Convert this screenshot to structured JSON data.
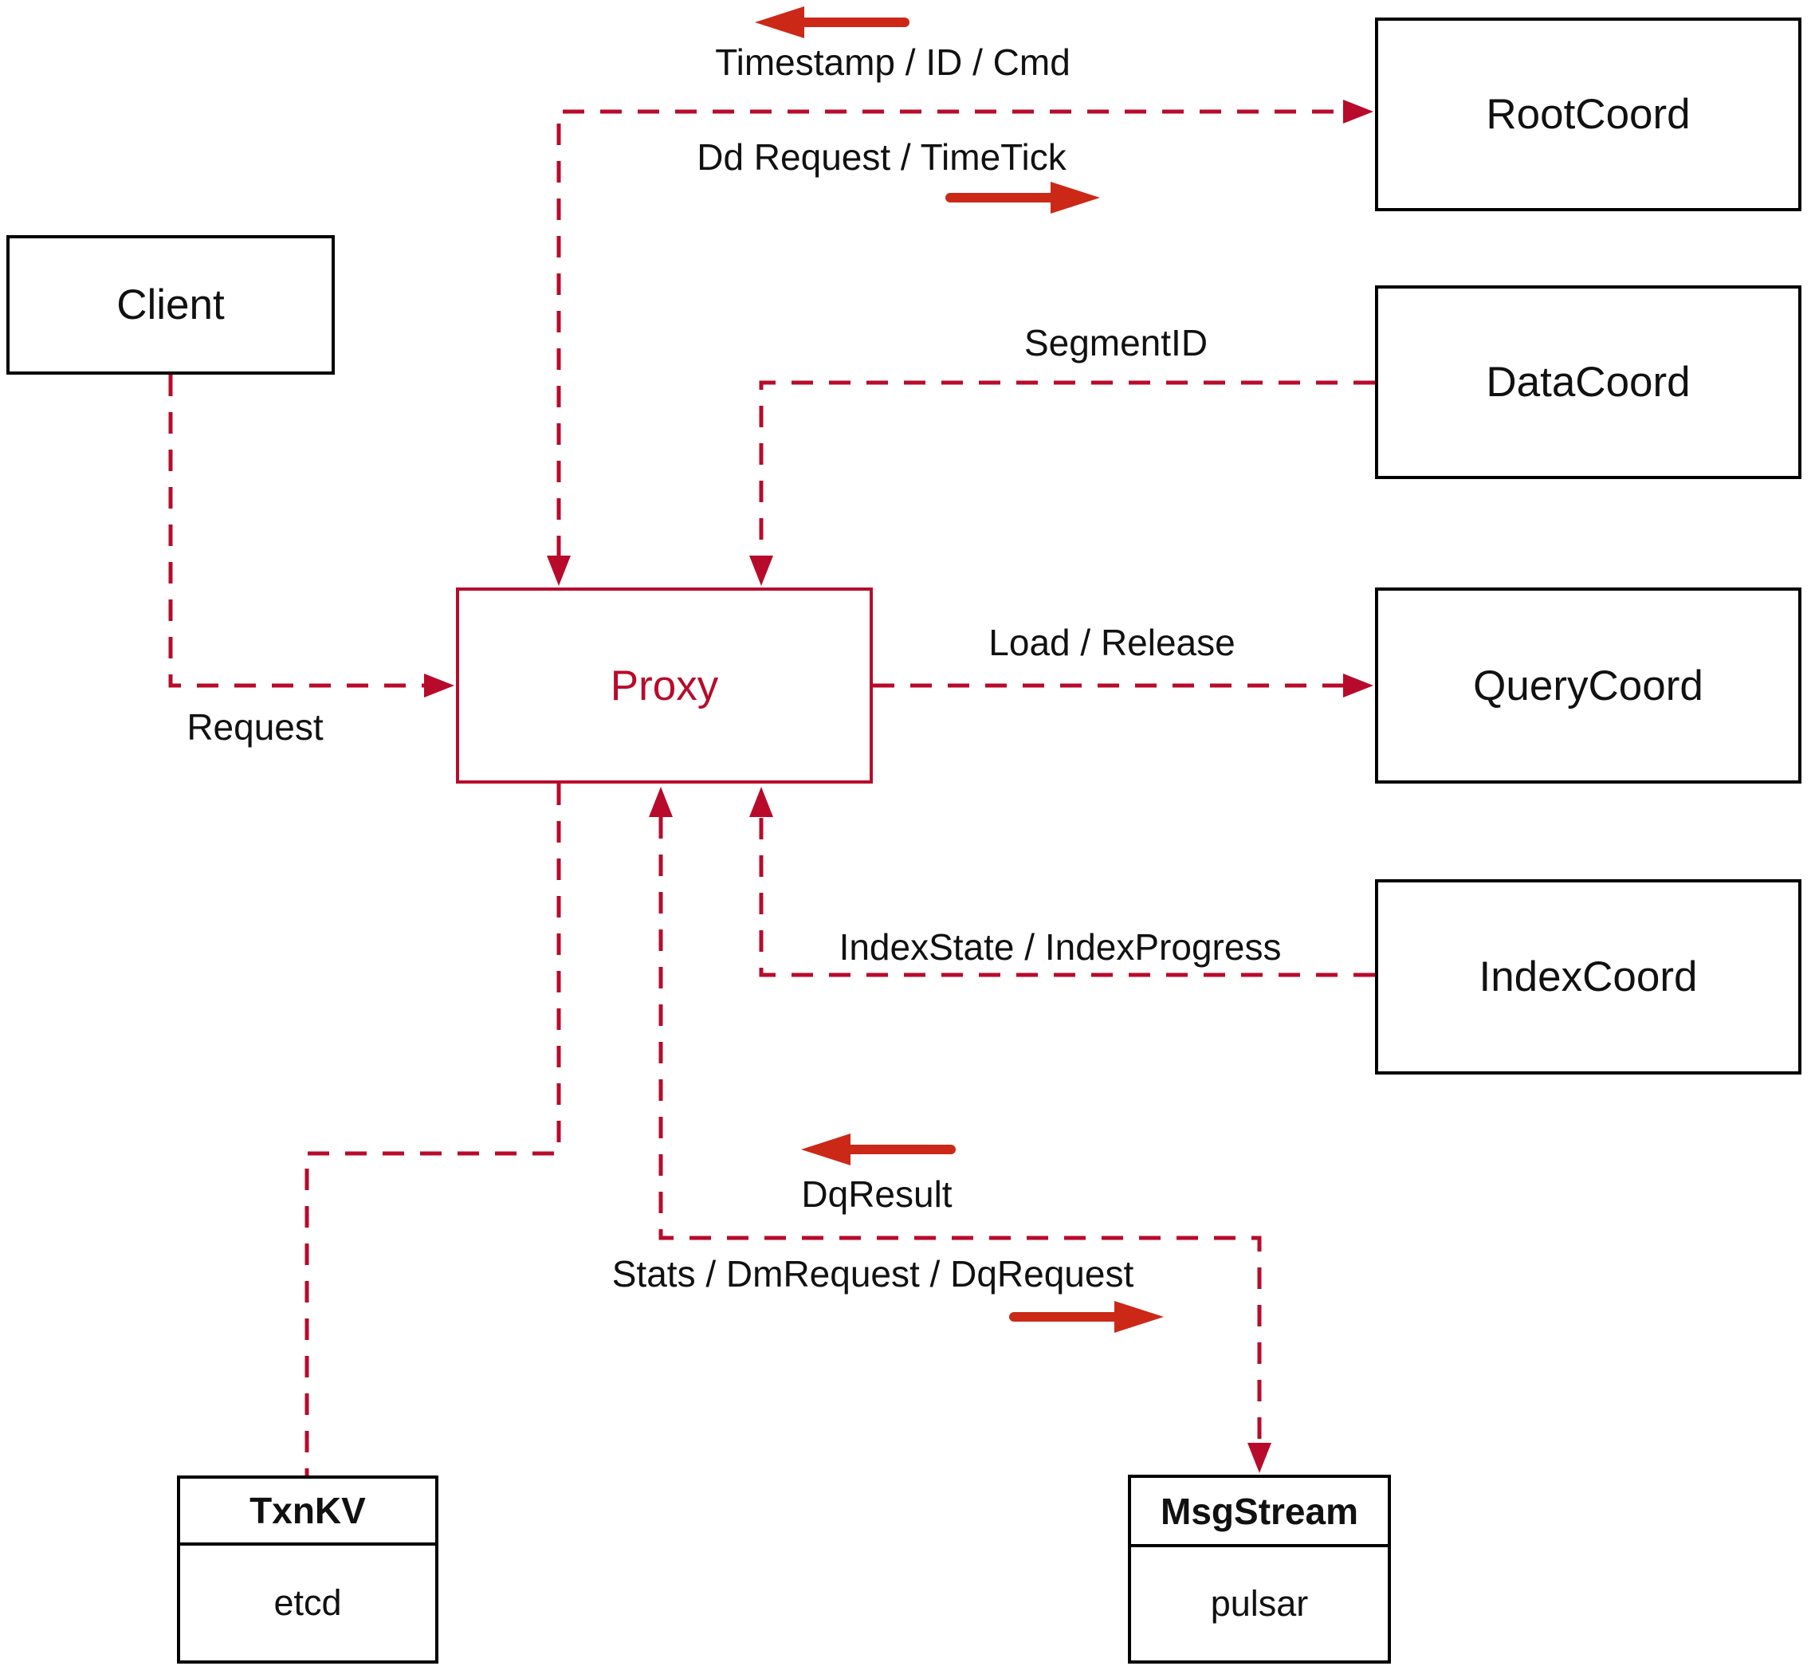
{
  "colors": {
    "line": "#b80b2c",
    "arrow": "#cc2817",
    "border": "#000000",
    "text": "#111111",
    "background": "#ffffff"
  },
  "nodes": {
    "client": {
      "label": "Client"
    },
    "proxy": {
      "label": "Proxy"
    },
    "rootcoord": {
      "label": "RootCoord"
    },
    "datacoord": {
      "label": "DataCoord"
    },
    "querycoord": {
      "label": "QueryCoord"
    },
    "indexcoord": {
      "label": "IndexCoord"
    },
    "txnkv": {
      "title": "TxnKV",
      "subtitle": "etcd"
    },
    "msgstream": {
      "title": "MsgStream",
      "subtitle": "pulsar"
    }
  },
  "edges": {
    "timestamp_id_cmd": "Timestamp / ID / Cmd",
    "dd_request_timetick": "Dd Request / TimeTick",
    "segment_id": "SegmentID",
    "load_release": "Load / Release",
    "request": "Request",
    "index_state_progress": "IndexState / IndexProgress",
    "dq_result": "DqResult",
    "stats_dm_dq": "Stats / DmRequest / DqRequest"
  }
}
